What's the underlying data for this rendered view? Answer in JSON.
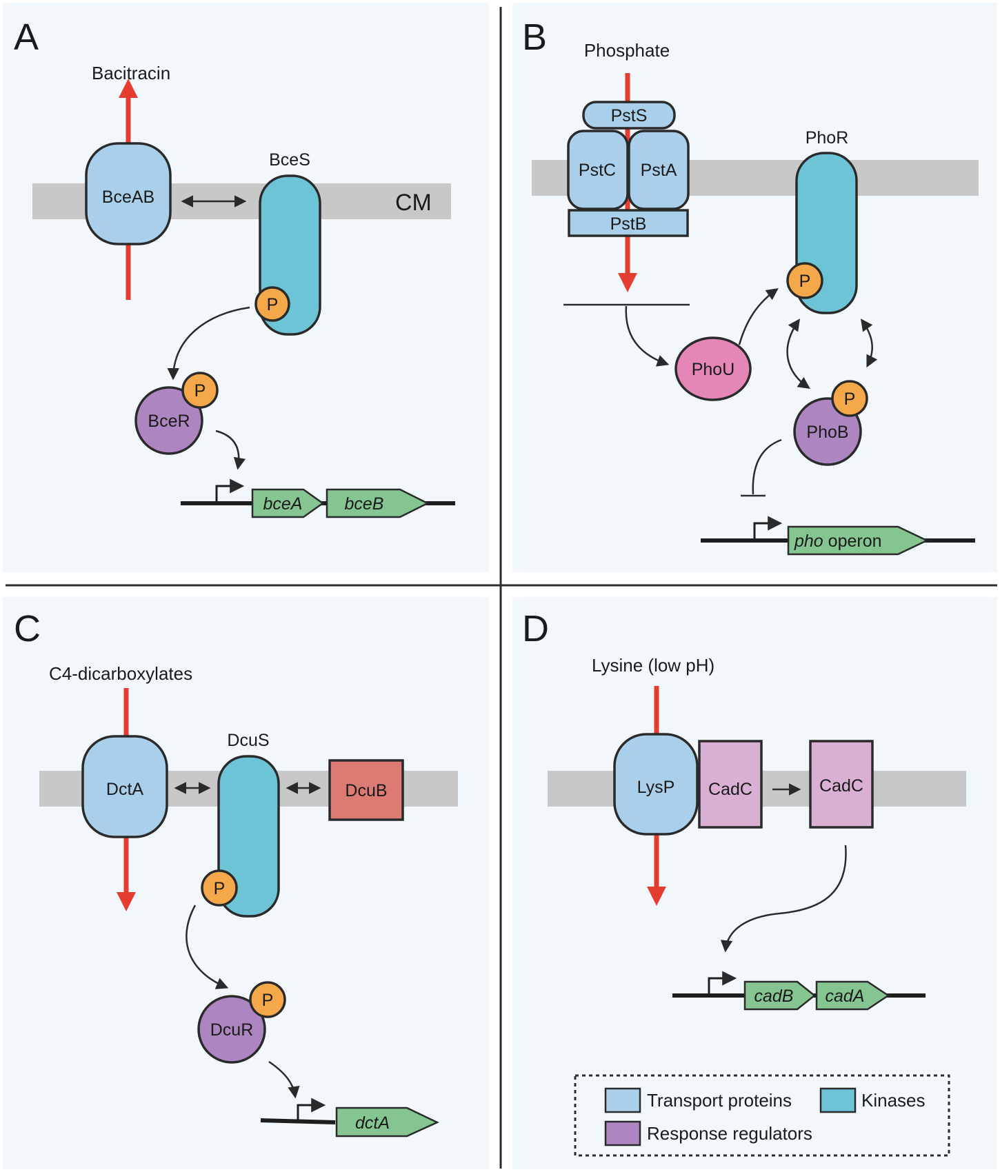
{
  "panels": {
    "a": {
      "letter": "A",
      "substrate": "Bacitracin",
      "membrane_label": "CM",
      "transporter": "BceAB",
      "kinase": "BceS",
      "regulator": "BceR",
      "genes": [
        "bceA",
        "bceB"
      ]
    },
    "b": {
      "letter": "B",
      "substrate": "Phosphate",
      "transporter_parts": [
        "PstS",
        "PstC",
        "PstA",
        "PstB"
      ],
      "kinase": "PhoR",
      "modulator": "PhoU",
      "regulator": "PhoB",
      "gene_italic": "pho",
      "gene_rest": " operon"
    },
    "c": {
      "letter": "C",
      "substrate": "C4-dicarboxylates",
      "transporter": "DctA",
      "kinase": "DcuS",
      "partner": "DcuB",
      "regulator": "DcuR",
      "genes": [
        "dctA"
      ]
    },
    "d": {
      "letter": "D",
      "substrate": "Lysine (low pH)",
      "transporter": "LysP",
      "regulator_inactive": "CadC",
      "regulator_active": "CadC",
      "genes": [
        "cadB",
        "cadA"
      ]
    }
  },
  "phospho_label": "P",
  "legend": {
    "items": [
      {
        "label": "Transport proteins",
        "color": "#a9cfea"
      },
      {
        "label": "Kinases",
        "color": "#6cc4d6"
      },
      {
        "label": "Response regulators",
        "color": "#ad85c0"
      }
    ]
  },
  "colors": {
    "transport": "#a9cfea",
    "kinase": "#6cc4d6",
    "regulator": "#ad85c0",
    "phou": "#e486b6",
    "cadc": "#d9afd4",
    "dcub": "#db7b73",
    "phosphate": "#f5a84a",
    "gene": "#84c591",
    "flow_arrow": "#e43d30",
    "membrane": "#c8c8c8"
  }
}
